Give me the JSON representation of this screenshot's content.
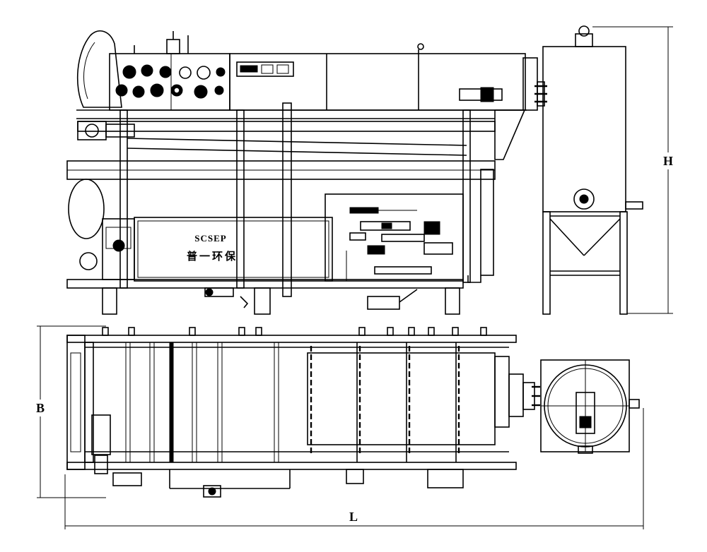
{
  "dimensions": {
    "height_label": "H",
    "width_label": "B",
    "length_label": "L"
  },
  "logo": {
    "brand": "SCSEP",
    "name": "普一环保"
  },
  "colors": {
    "line": "#000000",
    "background": "#ffffff"
  }
}
